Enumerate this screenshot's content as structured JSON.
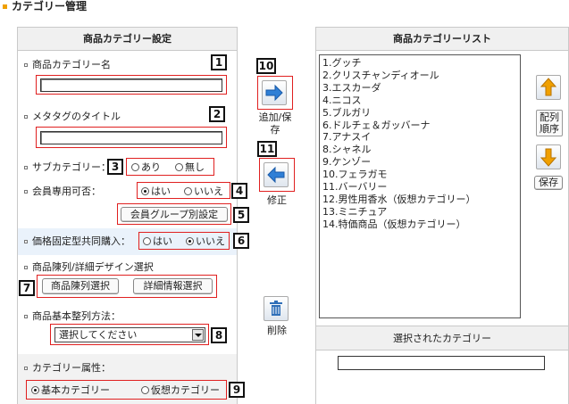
{
  "page": {
    "title": "カテゴリー管理"
  },
  "left": {
    "header": "商品カテゴリー設定",
    "name_label": "商品カテゴリー名",
    "name_value": "",
    "meta_label": "メタタグのタイトル",
    "meta_value": "",
    "sub_label": "サブカテゴリー：",
    "sub_options": [
      "あり",
      "無し"
    ],
    "member_label": "会員専用可否：",
    "member_options": [
      "はい",
      "いいえ"
    ],
    "member_group_btn": "会員グループ別設定",
    "price_label": "価格固定型共同購入：",
    "price_options": [
      "はい",
      "いいえ"
    ],
    "design_label": "商品陳列/詳細デザイン選択",
    "display_btn": "商品陳列選択",
    "detail_btn": "詳細情報選択",
    "sort_label": "商品基本整列方法：",
    "sort_selected": "選択してください",
    "attr_label": "カテゴリー属性：",
    "attr_options": [
      "基本カテゴリー",
      "仮想カテゴリー"
    ]
  },
  "middle": {
    "add_label_1": "追加/保",
    "add_label_2": "存",
    "edit_label": "修正",
    "delete_label": "削除"
  },
  "right": {
    "header": "商品カテゴリーリスト",
    "items": [
      "1.グッチ",
      "2.クリスチャンディオール",
      "3.エスカーダ",
      "4.ニコス",
      "5.ブルガリ",
      "6.ドルチェ＆ガッバーナ",
      "7.アナスイ",
      "8.シャネル",
      "9.ケンゾー",
      "10.フェラガモ",
      "11.バーバリー",
      "12.男性用香水（仮想カテゴリー）",
      "13.ミニチュア",
      "14.特価商品（仮想カテゴリー）"
    ],
    "order_label_1": "配列",
    "order_label_2": "順序",
    "save_label": "保存",
    "selected_header": "選択されたカテゴリー",
    "selected_value": ""
  },
  "annotations": [
    "1",
    "2",
    "3",
    "4",
    "5",
    "6",
    "7",
    "8",
    "9",
    "10",
    "11"
  ],
  "colors": {
    "accent": "#f0a000",
    "highlight_row": "#eaf2fb",
    "annotation_box": "#e02020",
    "arrow_blue": "#2f7fd6",
    "arrow_orange": "#f0a000"
  }
}
